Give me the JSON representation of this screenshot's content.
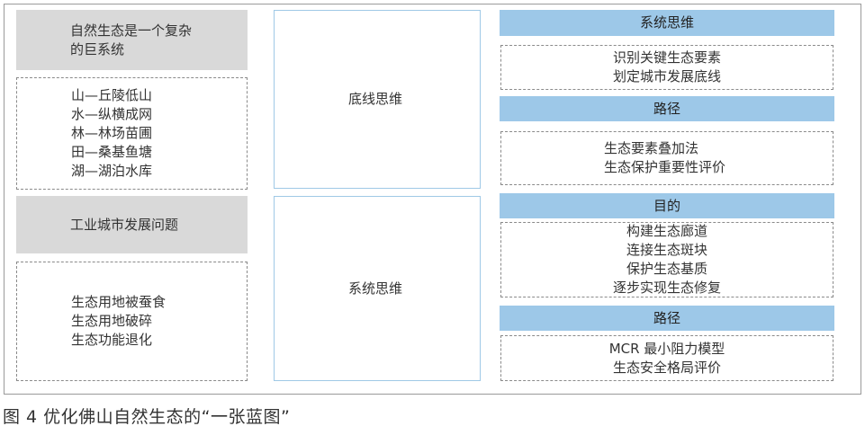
{
  "left": {
    "box1": [
      "自然生态是一个复杂",
      "的巨系统"
    ],
    "box2": [
      "山—丘陵低山",
      "水—纵横成网",
      "林—林场苗圃",
      "田—桑基鱼塘",
      "湖—湖泊水库"
    ],
    "box3": [
      "工业城市发展问题"
    ],
    "box4": [
      "生态用地被蚕食",
      "生态用地破碎",
      "生态功能退化"
    ]
  },
  "middle": {
    "top": "底线思维",
    "bottom": "系统思维"
  },
  "right": {
    "h1": "系统思维",
    "b1": [
      "识别关键生态要素",
      "划定城市发展底线"
    ],
    "h2": "路径",
    "b2": [
      "生态要素叠加法",
      "生态保护重要性评价"
    ],
    "h3": "目的",
    "b3": [
      "构建生态廊道",
      "连接生态斑块",
      "保护生态基质",
      "逐步实现生态修复"
    ],
    "h4": "路径",
    "b4": [
      "MCR 最小阻力模型",
      "生态安全格局评价"
    ]
  },
  "caption": "图 4  优化佛山自然生态的“一张蓝图”"
}
